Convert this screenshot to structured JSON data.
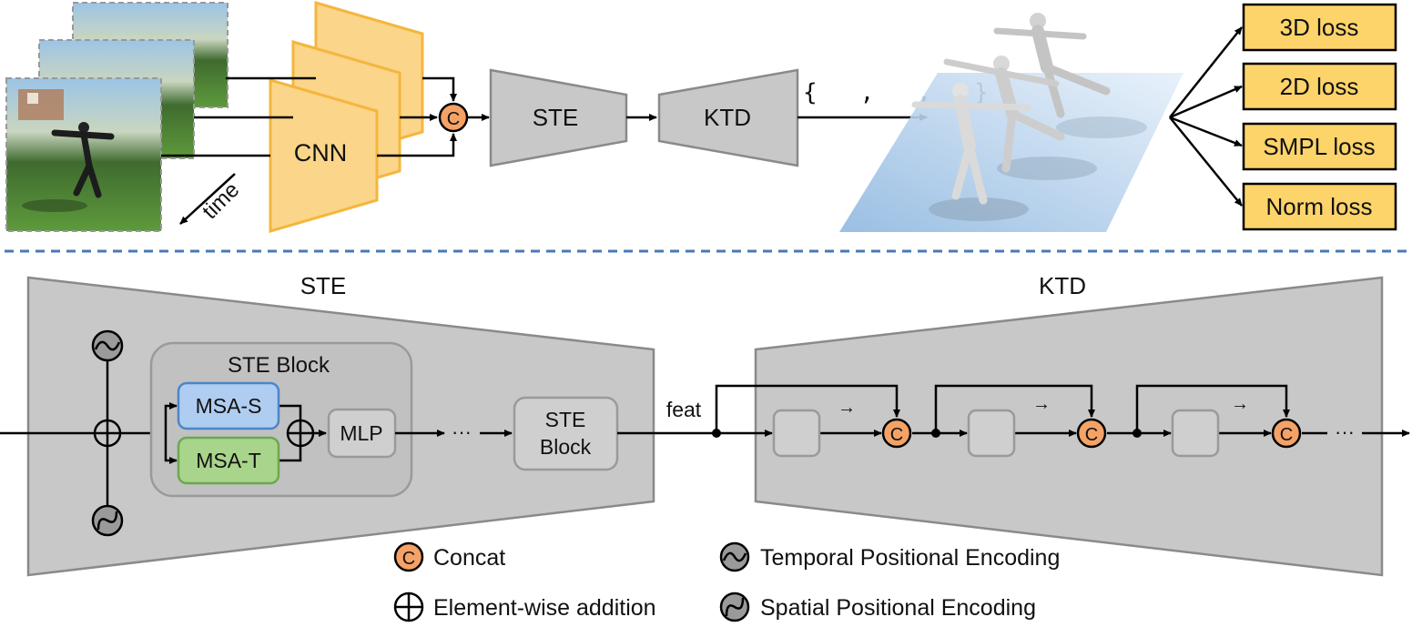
{
  "top": {
    "time_label": "time",
    "cnn_label": "CNN",
    "concat_symbol": "C",
    "ste_label": "STE",
    "ktd_label": "KTD",
    "output_set": "{   ,   ,   }",
    "losses": [
      "3D loss",
      "2D loss",
      "SMPL loss",
      "Norm loss"
    ]
  },
  "ste_panel": {
    "title": "STE",
    "block_title": "STE Block",
    "msa_s": "MSA-S",
    "msa_t": "MSA-T",
    "mlp": "MLP",
    "ellipsis": "···",
    "ste_block_line1": "STE",
    "ste_block_line2": "Block"
  },
  "ktd_panel": {
    "title": "KTD",
    "feat_label": "feat",
    "arrow_symbol": "→",
    "ellipsis": "···"
  },
  "legend": {
    "concat": "Concat",
    "addition": "Element-wise addition",
    "temporal": "Temporal Positional Encoding",
    "spatial": "Spatial Positional Encoding"
  },
  "colors": {
    "cnn_fill": "#fbd58a",
    "cnn_stroke": "#f4b63c",
    "concat_fill": "#f4a266",
    "msa_s_fill": "#aecdf0",
    "msa_s_stroke": "#4a86c8",
    "msa_t_fill": "#a9d48c",
    "msa_t_stroke": "#6aa84f",
    "loss_fill": "#fcd46a",
    "panel_gray": "#c8c8c8",
    "dash_blue": "#4a78b8"
  }
}
